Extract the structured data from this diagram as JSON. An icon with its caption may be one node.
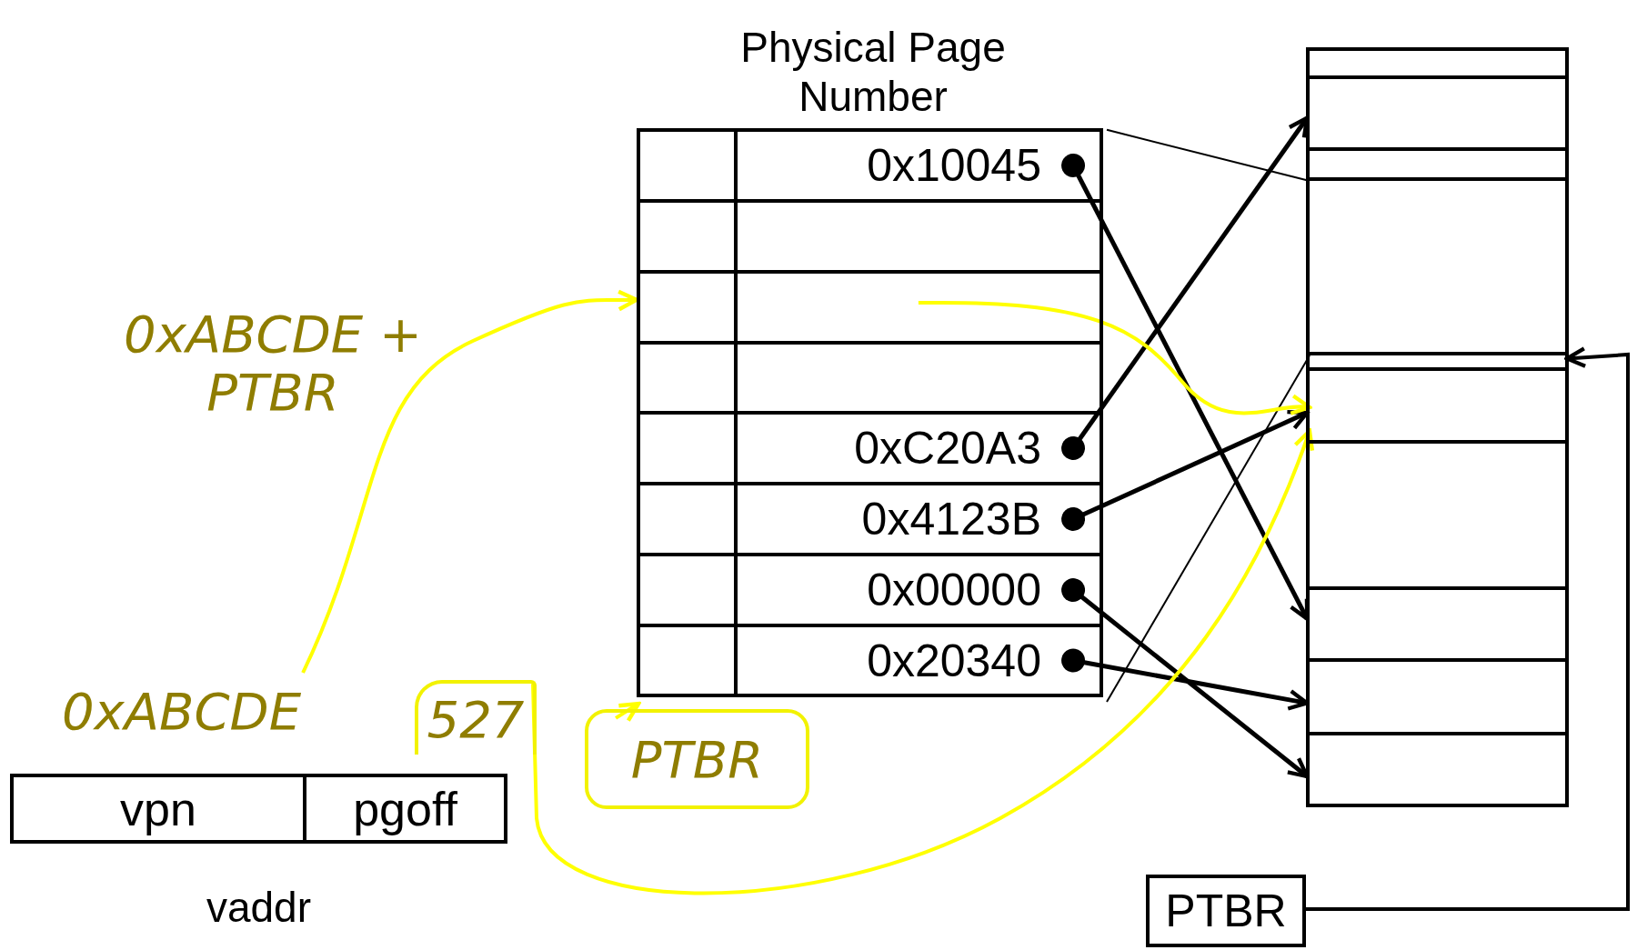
{
  "diagram": {
    "nodes": [
      {
        "text": [
          "Physical Page Number"
        ]
      },
      {
        "text": [
          "0x10045"
        ],
        "in": 0
      },
      {
        "text": [],
        "shape": "box",
        "in": 0
      },
      {
        "text": [],
        "shape": "box",
        "in": 0
      },
      {
        "text": [],
        "shape": "box",
        "in": 0
      },
      {
        "text": [
          "0xC20A3"
        ],
        "in": 0
      },
      {
        "text": [
          "0x4123B"
        ],
        "in": 0
      },
      {
        "text": [
          "0x00000"
        ],
        "in": 0
      },
      {
        "text": [
          "0x20340"
        ],
        "in": 0
      },
      {
        "text": [],
        "shape": "box"
      },
      {
        "text": [],
        "shape": "box",
        "in": 9
      },
      {
        "text": [],
        "shape": "box",
        "in": 9
      },
      {
        "text": [],
        "shape": "box",
        "in": 9
      },
      {
        "text": [],
        "shape": "box",
        "in": 9
      },
      {
        "text": [],
        "shape": "box",
        "in": 9
      },
      {
        "text": [],
        "shape": "box",
        "in": 9
      },
      {
        "text": [],
        "shape": "box",
        "in": 9
      },
      {
        "text": [],
        "shape": "box",
        "in": 9
      },
      {
        "text": [],
        "shape": "box",
        "in": 9
      },
      {
        "text": [],
        "shape": "box",
        "in": 9
      },
      {
        "text": [
          "PTBR"
        ]
      },
      {
        "text": [
          "vaddr"
        ]
      },
      {
        "text": [
          "vpn"
        ],
        "in": 21
      },
      {
        "text": [
          "pgoff"
        ],
        "in": 21
      },
      {
        "text": [
          "0xABCDE"
        ]
      },
      {
        "text": [
          "527"
        ]
      },
      {
        "text": [
          "PTBR"
        ]
      }
    ],
    "edges": [
      {
        "from": 1,
        "to": 17,
        "arrow": "to"
      },
      {
        "from": 5,
        "to": 11,
        "arrow": "to"
      },
      {
        "from": 6,
        "to": 15,
        "arrow": "to"
      },
      {
        "from": 7,
        "to": 19,
        "arrow": "to"
      },
      {
        "from": 8,
        "to": 18,
        "arrow": "to"
      },
      {
        "from": 20,
        "to": 14,
        "arrow": "to"
      },
      {
        "from": 0,
        "to": 13,
        "arrow": "none"
      },
      {
        "from": 0,
        "to": 13,
        "arrow": "none"
      },
      {
        "from": 24,
        "to": 3,
        "arrow": "to",
        "color": "#ffff00"
      },
      {
        "from": 3,
        "to": 15,
        "arrow": "to",
        "color": "#ffff00"
      },
      {
        "from": 25,
        "to": 15,
        "arrow": "to",
        "color": "#ffff00"
      },
      {
        "from": 26,
        "to": 0,
        "arrow": "to",
        "color": "#ffff00"
      }
    ],
    "labels": [
      "0xABCDE + PTBR"
    ]
  }
}
